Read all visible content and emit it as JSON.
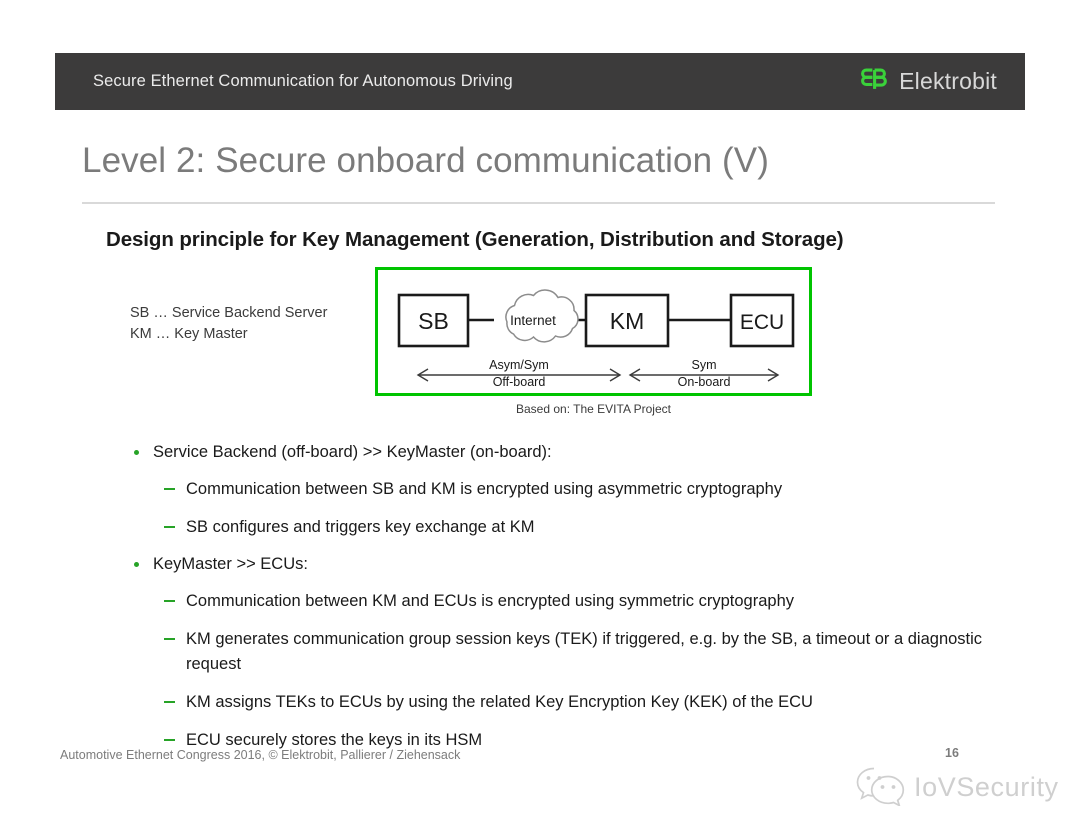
{
  "header": {
    "title": "Secure Ethernet Communication for Autonomous Driving",
    "brand_name": "Elektrobit",
    "brand_mark_icon": "eb-logo-icon",
    "bar_color": "#3c3b3b",
    "brand_color": "#3ad23a"
  },
  "slide": {
    "title": "Level 2: Secure onboard communication (V)",
    "subtitle": "Design principle for Key Management (Generation, Distribution and Storage)",
    "title_color": "#7b7b7b"
  },
  "legend": {
    "lines": [
      "SB … Service Backend Server",
      "KM … Key Master"
    ]
  },
  "diagram": {
    "border_color": "#00c400",
    "caption": "Based on: The EVITA Project",
    "nodes": [
      {
        "id": "sb",
        "label": "SB",
        "shape": "rect"
      },
      {
        "id": "internet",
        "label": "Internet",
        "shape": "cloud"
      },
      {
        "id": "km",
        "label": "KM",
        "shape": "rect"
      },
      {
        "id": "ecu",
        "label": "ECU",
        "shape": "rect"
      }
    ],
    "spans": [
      {
        "id": "offboard",
        "line1": "Asym/Sym",
        "line2": "Off-board"
      },
      {
        "id": "onboard",
        "line1": "Sym",
        "line2": "On-board"
      }
    ]
  },
  "content": {
    "bullets": [
      {
        "level": 1,
        "text": "Service Backend (off-board) >> KeyMaster (on-board):"
      },
      {
        "level": 2,
        "text": "Communication between SB and KM is encrypted using asymmetric cryptography"
      },
      {
        "level": 2,
        "text": "SB configures and triggers key exchange at KM"
      },
      {
        "level": 1,
        "text": "KeyMaster >> ECUs:"
      },
      {
        "level": 2,
        "text": "Communication between KM and ECUs is encrypted using symmetric cryptography"
      },
      {
        "level": 2,
        "text": "KM generates communication group session keys (TEK) if triggered, e.g. by the SB, a timeout or a diagnostic request"
      },
      {
        "level": 2,
        "text": "KM assigns TEKs to ECUs by using the related Key Encryption Key (KEK) of the ECU"
      },
      {
        "level": 2,
        "text": "ECU securely stores the keys in its HSM"
      }
    ],
    "bullet_marker_color": "#27a327"
  },
  "footer": {
    "note": "Automotive Ethernet Congress 2016, © Elektrobit, Pallierer / Ziehensack",
    "page_number": "16",
    "watermark_text": "IoVSecurity",
    "watermark_icon": "wechat-icon"
  }
}
